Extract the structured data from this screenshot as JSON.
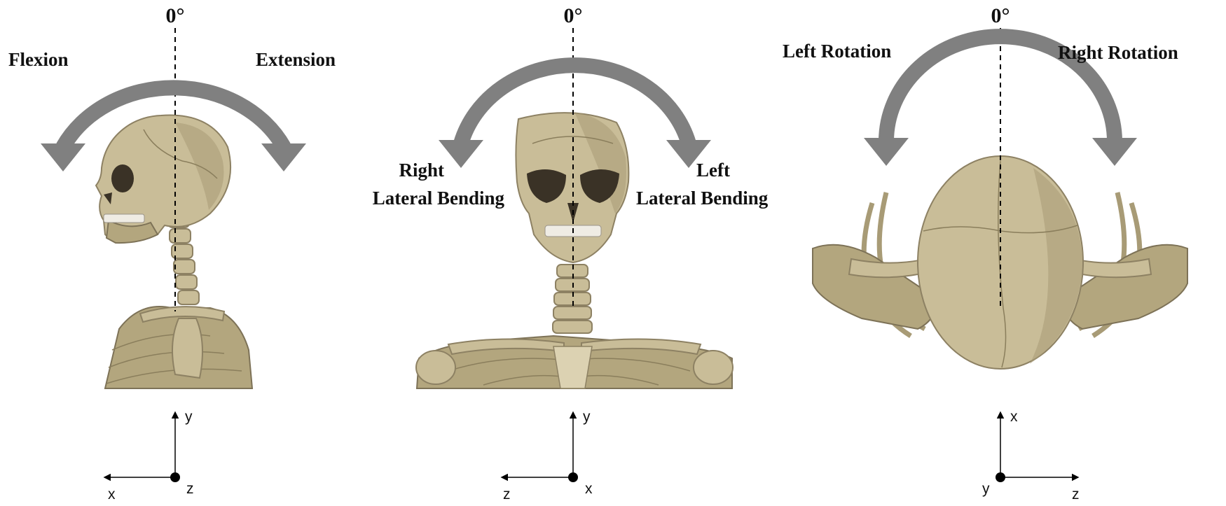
{
  "panels": [
    {
      "id": "flexion-extension",
      "angle": "0°",
      "left_label": [
        "Flexion"
      ],
      "right_label": [
        "Extension"
      ],
      "axes": {
        "up": "y",
        "left": "x",
        "origin": "z"
      }
    },
    {
      "id": "lateral-bending",
      "angle": "0°",
      "left_label": [
        "Right",
        "Lateral Bending"
      ],
      "right_label": [
        "Left",
        "Lateral Bending"
      ],
      "axes": {
        "up": "y",
        "left": "z",
        "origin": "x"
      }
    },
    {
      "id": "axial-rotation",
      "angle": "0°",
      "left_label": [
        "Left Rotation"
      ],
      "right_label": [
        "Right Rotation"
      ],
      "axes": {
        "up": "x",
        "right": "z",
        "origin": "y"
      }
    }
  ],
  "colors": {
    "arrow": "#808080",
    "bone": "#c9bd98",
    "text": "#111111"
  }
}
